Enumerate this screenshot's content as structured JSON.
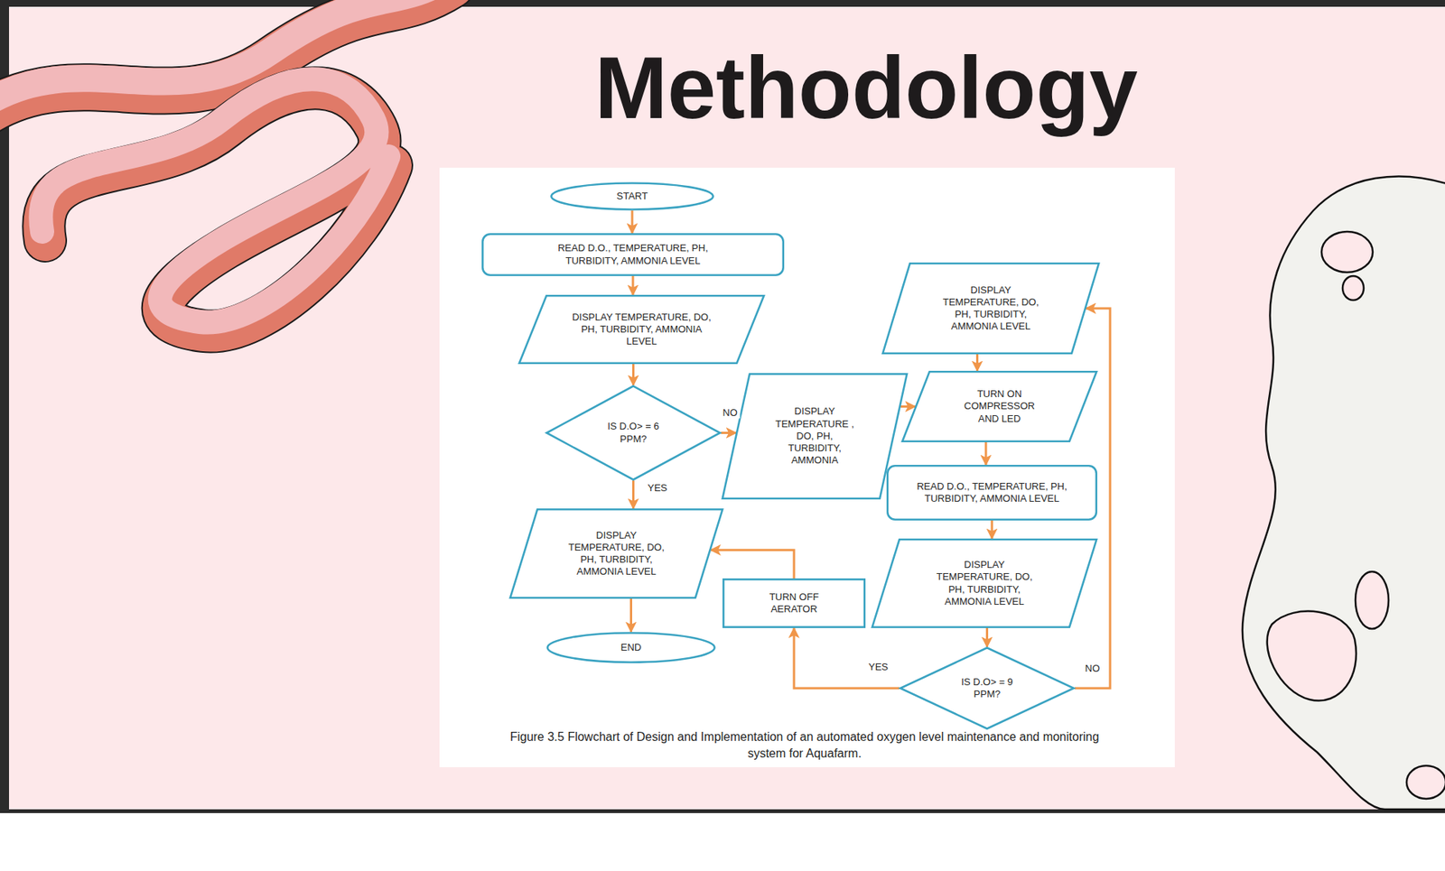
{
  "diagram": {
    "title": "Methodology",
    "caption": "Figure 3.5 Flowchart of Design and Implementation of an automated oxygen level maintenance and monitoring system for Aquafarm.",
    "nodes": [
      {
        "text": [
          "START"
        ]
      },
      {
        "text": [
          "READ D.O., TEMPERATURE, PH, TURBIDITY, AMMONIA LEVEL"
        ]
      },
      {
        "text": [
          "DISPLAY TEMPERATURE, DO, PH, TURBIDITY, AMMONIA LEVEL"
        ]
      },
      {
        "text": [
          "IS D.O> = 6 PPM?"
        ]
      },
      {
        "text": [
          "DISPLAY TEMPERATURE, DO, PH, TURBIDITY, AMMONIA LEVEL"
        ]
      },
      {
        "text": [
          "END"
        ]
      },
      {
        "text": [
          "DISPLAY TEMPERATURE , DO, PH, TURBIDITY, AMMONIA"
        ]
      },
      {
        "text": [
          "DISPLAY TEMPERATURE, DO, PH, TURBIDITY, AMMONIA LEVEL"
        ]
      },
      {
        "text": [
          "TURN ON COMPRESSOR AND LED"
        ]
      },
      {
        "text": [
          "READ D.O., TEMPERATURE, PH, TURBIDITY, AMMONIA LEVEL"
        ]
      },
      {
        "text": [
          "DISPLAY TEMPERATURE, DO, PH, TURBIDITY, AMMONIA LEVEL"
        ]
      },
      {
        "text": [
          "IS D.O> = 9 PPM?"
        ]
      },
      {
        "text": [
          "TURN OFF AERATOR"
        ]
      }
    ],
    "edges": [
      {
        "from": 0,
        "to": 1,
        "arrow": "to"
      },
      {
        "from": 1,
        "to": 2,
        "arrow": "to"
      },
      {
        "from": 2,
        "to": 3,
        "arrow": "to"
      },
      {
        "from": 3,
        "to": 4,
        "label": "YES",
        "arrow": "to"
      },
      {
        "from": 3,
        "to": 6,
        "label": "NO",
        "arrow": "to"
      },
      {
        "from": 4,
        "to": 5,
        "arrow": "to"
      },
      {
        "from": 6,
        "to": 8,
        "arrow": "to"
      },
      {
        "from": 7,
        "to": 8,
        "arrow": "to"
      },
      {
        "from": 8,
        "to": 9,
        "arrow": "to"
      },
      {
        "from": 9,
        "to": 10,
        "arrow": "to"
      },
      {
        "from": 10,
        "to": 11,
        "arrow": "to"
      },
      {
        "from": 11,
        "to": 12,
        "label": "YES",
        "arrow": "to"
      },
      {
        "from": 12,
        "to": 4,
        "arrow": "to"
      },
      {
        "from": 11,
        "to": 7,
        "label": "NO",
        "arrow": "to"
      }
    ]
  }
}
